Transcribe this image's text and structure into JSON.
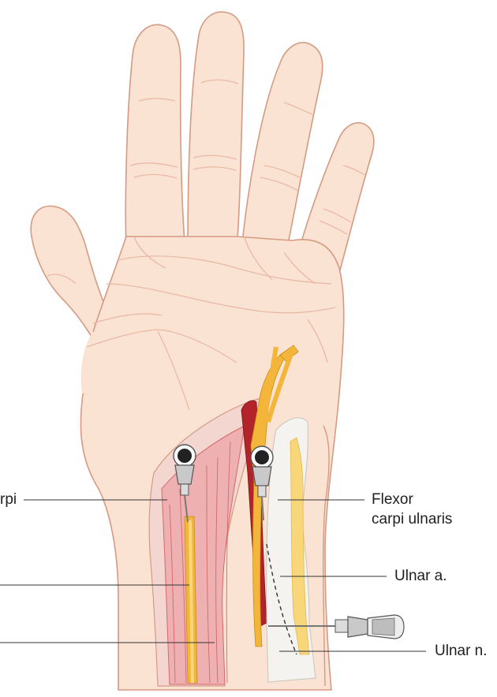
{
  "labels": {
    "flexor_carpi_radialis_partial": "rpi",
    "flexor_carpi_ulnaris": [
      "Flexor",
      "carpi ulnaris"
    ],
    "ulnar_artery": "Ulnar a.",
    "ulnar_nerve": "Ulnar n."
  },
  "colors": {
    "skin": "#fbe3d4",
    "skin_outline": "#d59a82",
    "crease": "#e9b9a6",
    "muscle": "#eeb0b0",
    "muscle_dark": "#d4686b",
    "tendon_sheath": "#f4d6d0",
    "nerve": "#f3b53a",
    "nerve_light": "#f8d77a",
    "artery": "#b2232a",
    "fascia": "#f4f3f0",
    "needle_metal": "#c9c9c9",
    "needle_hub": "#222222"
  }
}
